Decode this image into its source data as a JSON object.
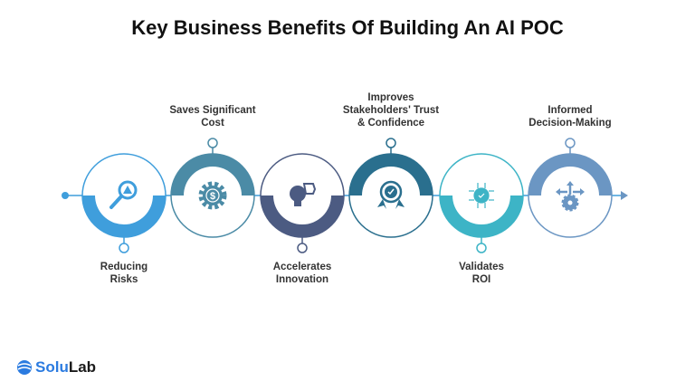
{
  "title": "Key Business Benefits Of Building An AI POC",
  "steps": [
    {
      "label": "Reducing\nRisks",
      "color": "#3f9edc",
      "position": "bottom",
      "icon": "magnifier-warning-icon"
    },
    {
      "label": "Saves Significant\nCost",
      "color": "#4b8ba6",
      "position": "top",
      "icon": "gear-dollar-icon"
    },
    {
      "label": "Accelerates\nInnovation",
      "color": "#4c5b82",
      "position": "bottom",
      "icon": "lightbulb-puzzle-icon"
    },
    {
      "label": "Improves\nStakeholders' Trust\n& Confidence",
      "color": "#2a6f8e",
      "position": "top",
      "icon": "badge-check-icon"
    },
    {
      "label": "Validates\nROI",
      "color": "#3db4c6",
      "position": "bottom",
      "icon": "gear-circuit-check-icon"
    },
    {
      "label": "Informed\nDecision-Making",
      "color": "#6b96c3",
      "position": "top",
      "icon": "gear-arrows-icon"
    }
  ],
  "logo": {
    "part1": "Solu",
    "part2": "Lab"
  }
}
